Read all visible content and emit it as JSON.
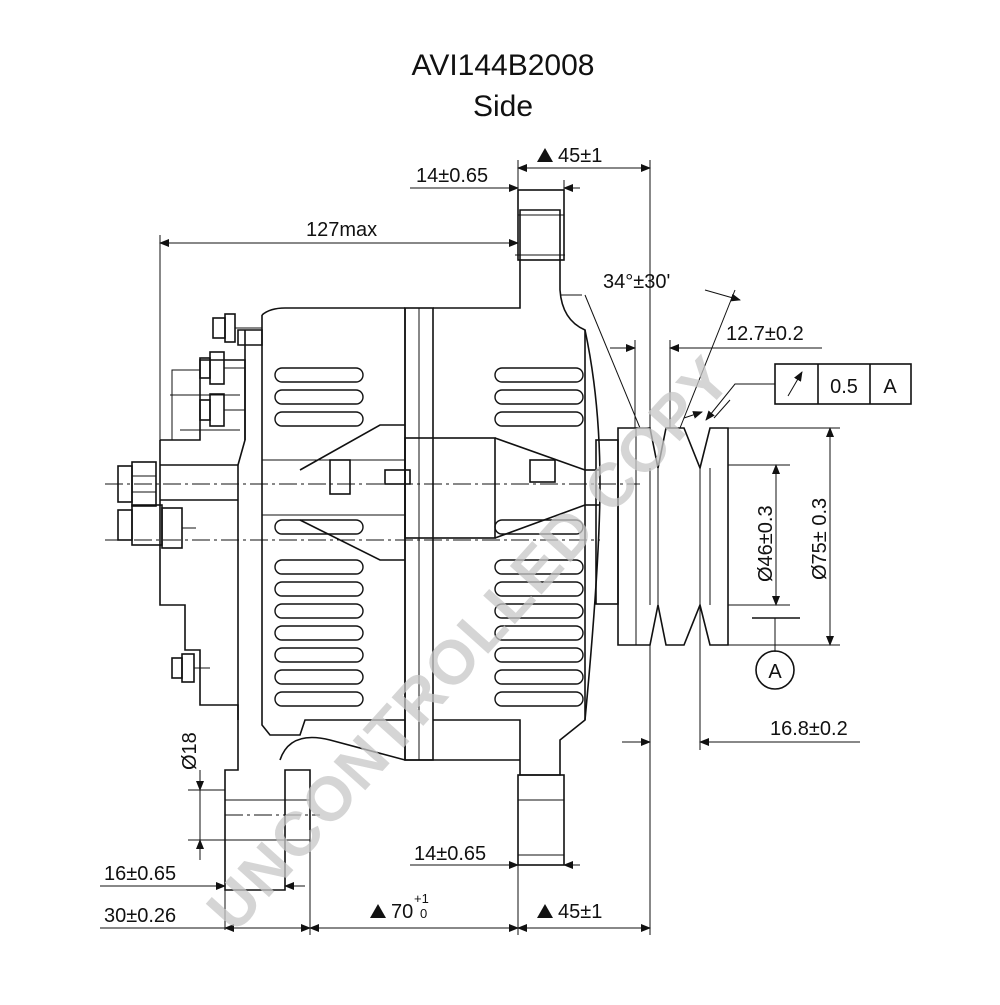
{
  "drawing": {
    "part_number": "AVI144B2008",
    "view": "Side",
    "watermark": "UNCONTROLLED COPY"
  },
  "dimensions": {
    "top_length": "45±1",
    "top_flange": "14±0.65",
    "max_length": "127max",
    "angle": "34°±30'",
    "pulley_offset": "12.7±0.2",
    "runout_value": "0.5",
    "runout_datum": "A",
    "bore": "Ø46±0.3",
    "outer_diameter": "Ø75± 0.3",
    "datum_label": "A",
    "pulley_width": "16.8±0.2",
    "hole_diameter": "Ø18",
    "bottom_flange": "14±0.65",
    "foot_width": "16±0.65",
    "foot_offset": "30±0.26",
    "mount_base": "70",
    "mount_tol_upper": "+1",
    "mount_tol_lower": "0",
    "bottom_length": "45±1"
  }
}
